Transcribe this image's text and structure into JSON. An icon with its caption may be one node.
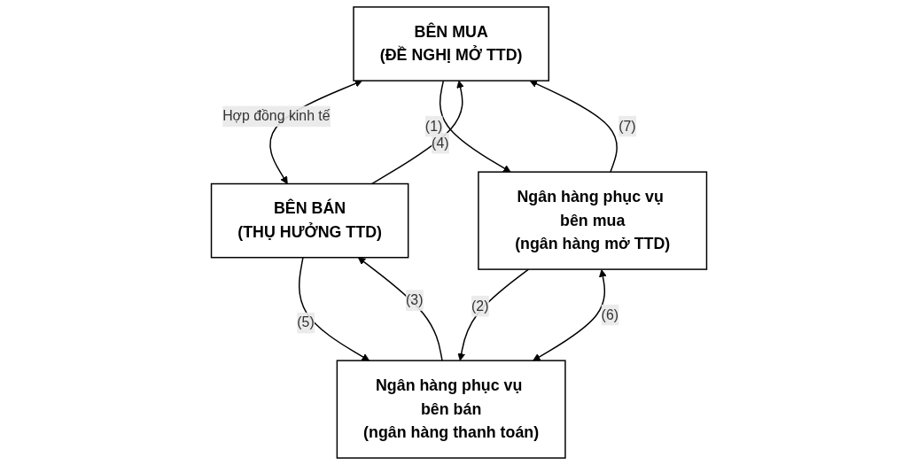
{
  "diagram": {
    "nodes": [
      {
        "text": [
          "BÊN MUA",
          "(ĐỀ NGHỊ MỞ TTD)"
        ]
      },
      {
        "text": [
          "BÊN BÁN",
          "(THỤ HƯỞNG TTD)"
        ]
      },
      {
        "text": [
          "Ngân hàng phục vụ bên mua",
          "(ngân hàng mở TTD)"
        ]
      },
      {
        "text": [
          "Ngân hàng phục vụ bên bán",
          "(ngân hàng thanh toán)"
        ]
      }
    ],
    "edges": [
      {
        "from": 0,
        "to": 1,
        "arrow": "both",
        "label": "Hợp đồng kinh tế"
      },
      {
        "from": 1,
        "to": 0,
        "arrow": "to",
        "label": "(4)"
      },
      {
        "from": 0,
        "to": 2,
        "arrow": "to",
        "label": "(1)"
      },
      {
        "from": 2,
        "to": 0,
        "arrow": "to",
        "label": "(7)"
      },
      {
        "from": 3,
        "to": 1,
        "arrow": "to",
        "label": "(3)"
      },
      {
        "from": 1,
        "to": 3,
        "arrow": "to",
        "label": "(5)"
      },
      {
        "from": 2,
        "to": 3,
        "arrow": "to",
        "label": "(2)"
      },
      {
        "from": 2,
        "to": 3,
        "arrow": "both",
        "label": "(6)"
      }
    ]
  }
}
